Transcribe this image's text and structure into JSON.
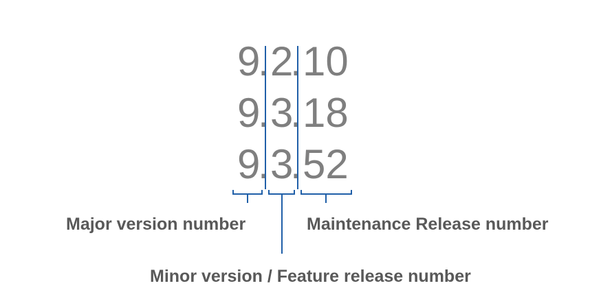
{
  "versions": [
    {
      "major": "9",
      "minor": "2",
      "maintenance": "10"
    },
    {
      "major": "9",
      "minor": "3",
      "maintenance": "18"
    },
    {
      "major": "9",
      "minor": "3",
      "maintenance": "52"
    }
  ],
  "separator": ".",
  "labels": {
    "major": "Major version number",
    "minor": "Minor version / Feature release number",
    "maintenance": "Maintenance Release number"
  },
  "colors": {
    "digits": "#7f7f7f",
    "labels": "#595959",
    "lines": "#1f5fa8"
  }
}
